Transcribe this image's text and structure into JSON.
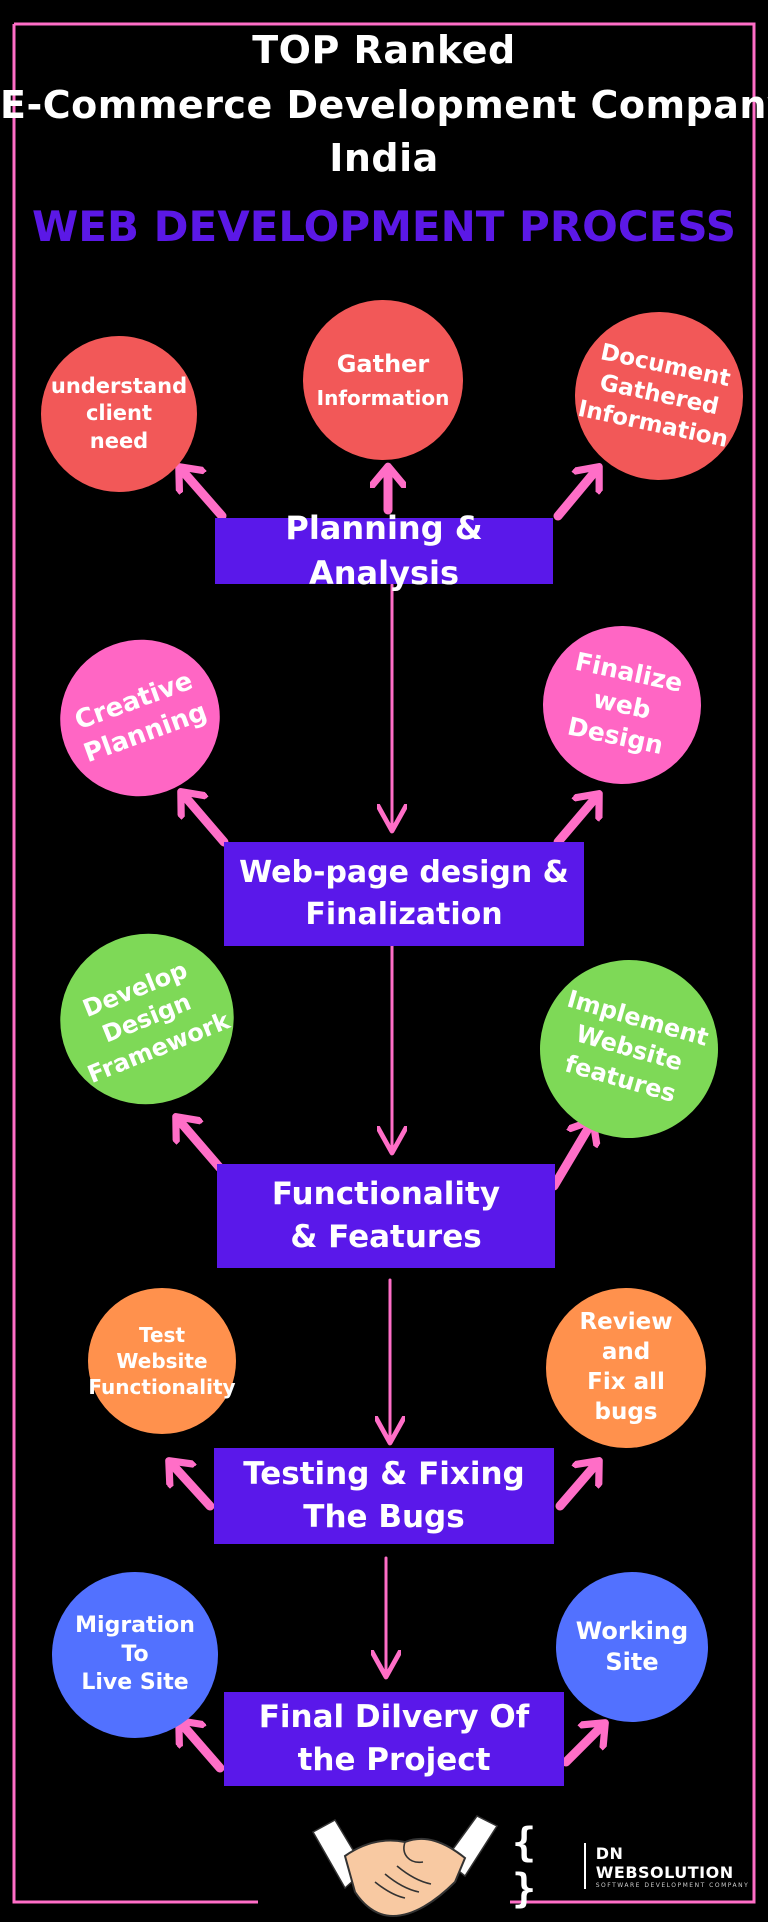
{
  "header": {
    "line1": "TOP Ranked",
    "line2": "E-Commerce Development Company",
    "line3": "India",
    "subtitle": "WEB DEVELOPMENT PROCESS"
  },
  "stages": [
    {
      "label": "Planning & Analysis"
    },
    {
      "label": "Web-page design  &\nFinalization"
    },
    {
      "label": "Functionality\n& Features"
    },
    {
      "label": "Testing & Fixing\nThe Bugs"
    },
    {
      "label": "Final Dilvery Of\nthe Project"
    }
  ],
  "circles": {
    "understand_client_need": "understand\nclient\nneed",
    "gather_information_1": "Gather",
    "gather_information_2": "Information",
    "document_gathered": "Document\nGathered\nInformation",
    "creative_planning": "Creative\nPlanning",
    "finalize_web_design": "Finalize\nweb\nDesign",
    "develop_design_framework": "Develop\nDesign\nFramework",
    "implement_website_features": "Implement\nWebsite\nfeatures",
    "test_website_functionality": "Test\nWebsite\nFunctionality",
    "review_fix_bugs": "Review\nand\nFix all\nbugs",
    "migration_live_site": "Migration\nTo\nLive Site",
    "working_site": "Working\nSite"
  },
  "colors": {
    "background": "#000000",
    "stage": "#5a18ea",
    "subtitle": "#5b18e6",
    "arrow": "#ff6ec7",
    "frame": "#ff6ec7",
    "red": "#f25858",
    "pink": "#ff66c4",
    "green": "#7ed957",
    "orange": "#ff914d",
    "blue": "#5271ff"
  },
  "logo": {
    "symbol": "{ }",
    "brand": "DN WEBSOLUTION",
    "tagline": "SOFTWARE DEVELOPMENT COMPANY"
  }
}
